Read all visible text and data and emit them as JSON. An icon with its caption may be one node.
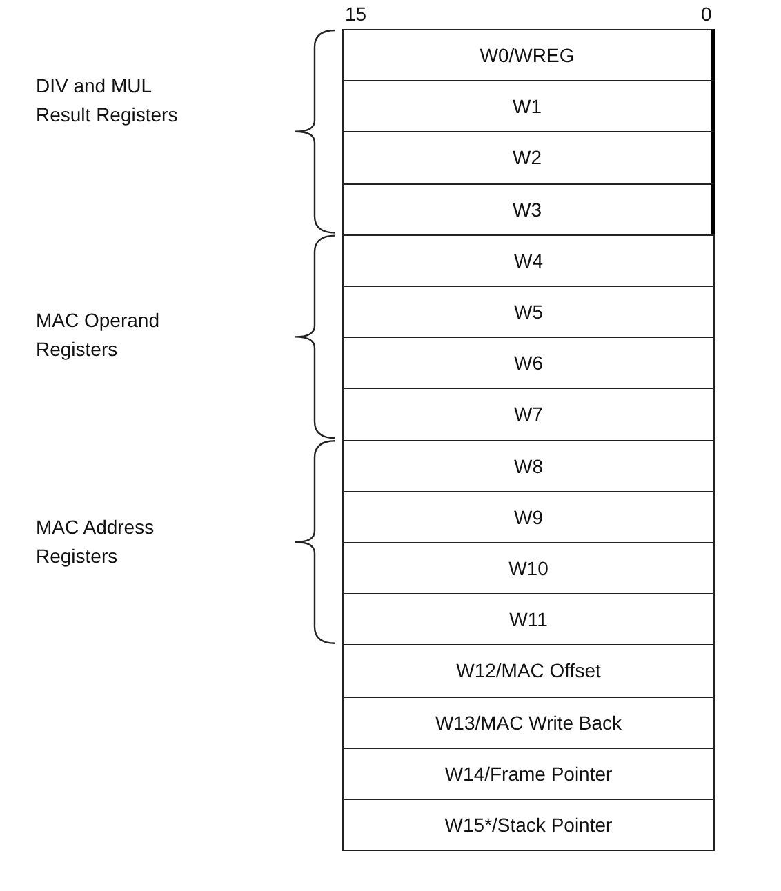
{
  "diagram": {
    "nodes": [
      {
        "text": [
          "W0/WREG"
        ]
      },
      {
        "text": [
          "W1"
        ]
      },
      {
        "text": [
          "W2"
        ]
      },
      {
        "text": [
          "W3"
        ]
      },
      {
        "text": [
          "W4"
        ]
      },
      {
        "text": [
          "W5"
        ]
      },
      {
        "text": [
          "W6"
        ]
      },
      {
        "text": [
          "W7"
        ]
      },
      {
        "text": [
          "W8"
        ]
      },
      {
        "text": [
          "W9"
        ]
      },
      {
        "text": [
          "W10"
        ]
      },
      {
        "text": [
          "W11"
        ]
      },
      {
        "text": [
          "W12/MAC Offset"
        ]
      },
      {
        "text": [
          "W13/MAC Write Back"
        ]
      },
      {
        "text": [
          "W14/Frame Pointer"
        ]
      },
      {
        "text": [
          "W15*/Stack Pointer"
        ]
      }
    ],
    "labels": [
      "15",
      "0",
      "DIV and MUL Result Registers",
      "MAC Operand Registers",
      "MAC Address Registers"
    ]
  }
}
